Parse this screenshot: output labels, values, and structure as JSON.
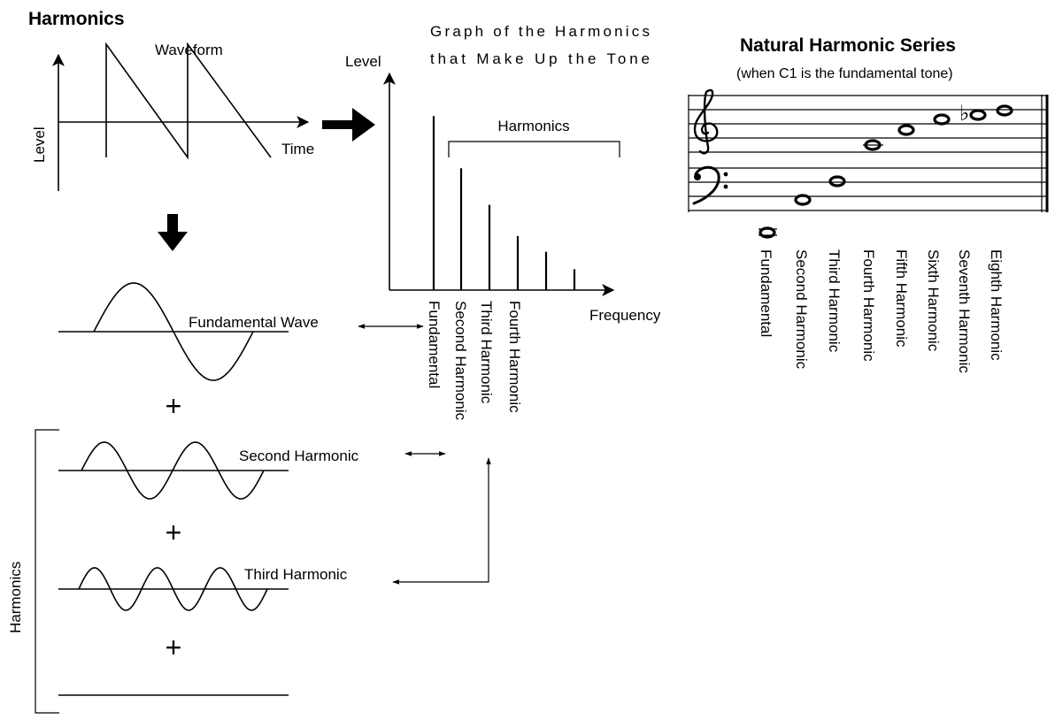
{
  "left": {
    "title": "Harmonics",
    "waveform_label": "Waveform",
    "time_label": "Time",
    "level_label": "Level",
    "fundamental_wave_label": "Fundamental Wave",
    "second_harmonic_label": "Second Harmonic",
    "third_harmonic_label": "Third Harmonic",
    "plus_sign": "+",
    "bracket_label": "Harmonics"
  },
  "graph": {
    "title_line1": "Graph of the Harmonics",
    "title_line2": "that Make Up the Tone",
    "ylabel": "Level",
    "xlabel": "Frequency",
    "harmonics_bracket_label": "Harmonics",
    "tick_labels": [
      "Fundamental",
      "Second Harmonic",
      "Third Harmonic",
      "Fourth Harmonic"
    ]
  },
  "chart_data": {
    "type": "bar",
    "values": [
      1.0,
      0.7,
      0.49,
      0.31,
      0.22,
      0.12
    ],
    "ylim": [
      0,
      1.2
    ]
  },
  "series": {
    "title": "Natural Harmonic Series",
    "subtitle": "(when C1 is the fundamental tone)",
    "labels": [
      "Fundamental",
      "Second Harmonic",
      "Third Harmonic",
      "Fourth Harmonic",
      "Fifth Harmonic",
      "Sixth Harmonic",
      "Seventh Harmonic",
      "Eighth Harmonic"
    ],
    "flat_sign": "♭"
  }
}
